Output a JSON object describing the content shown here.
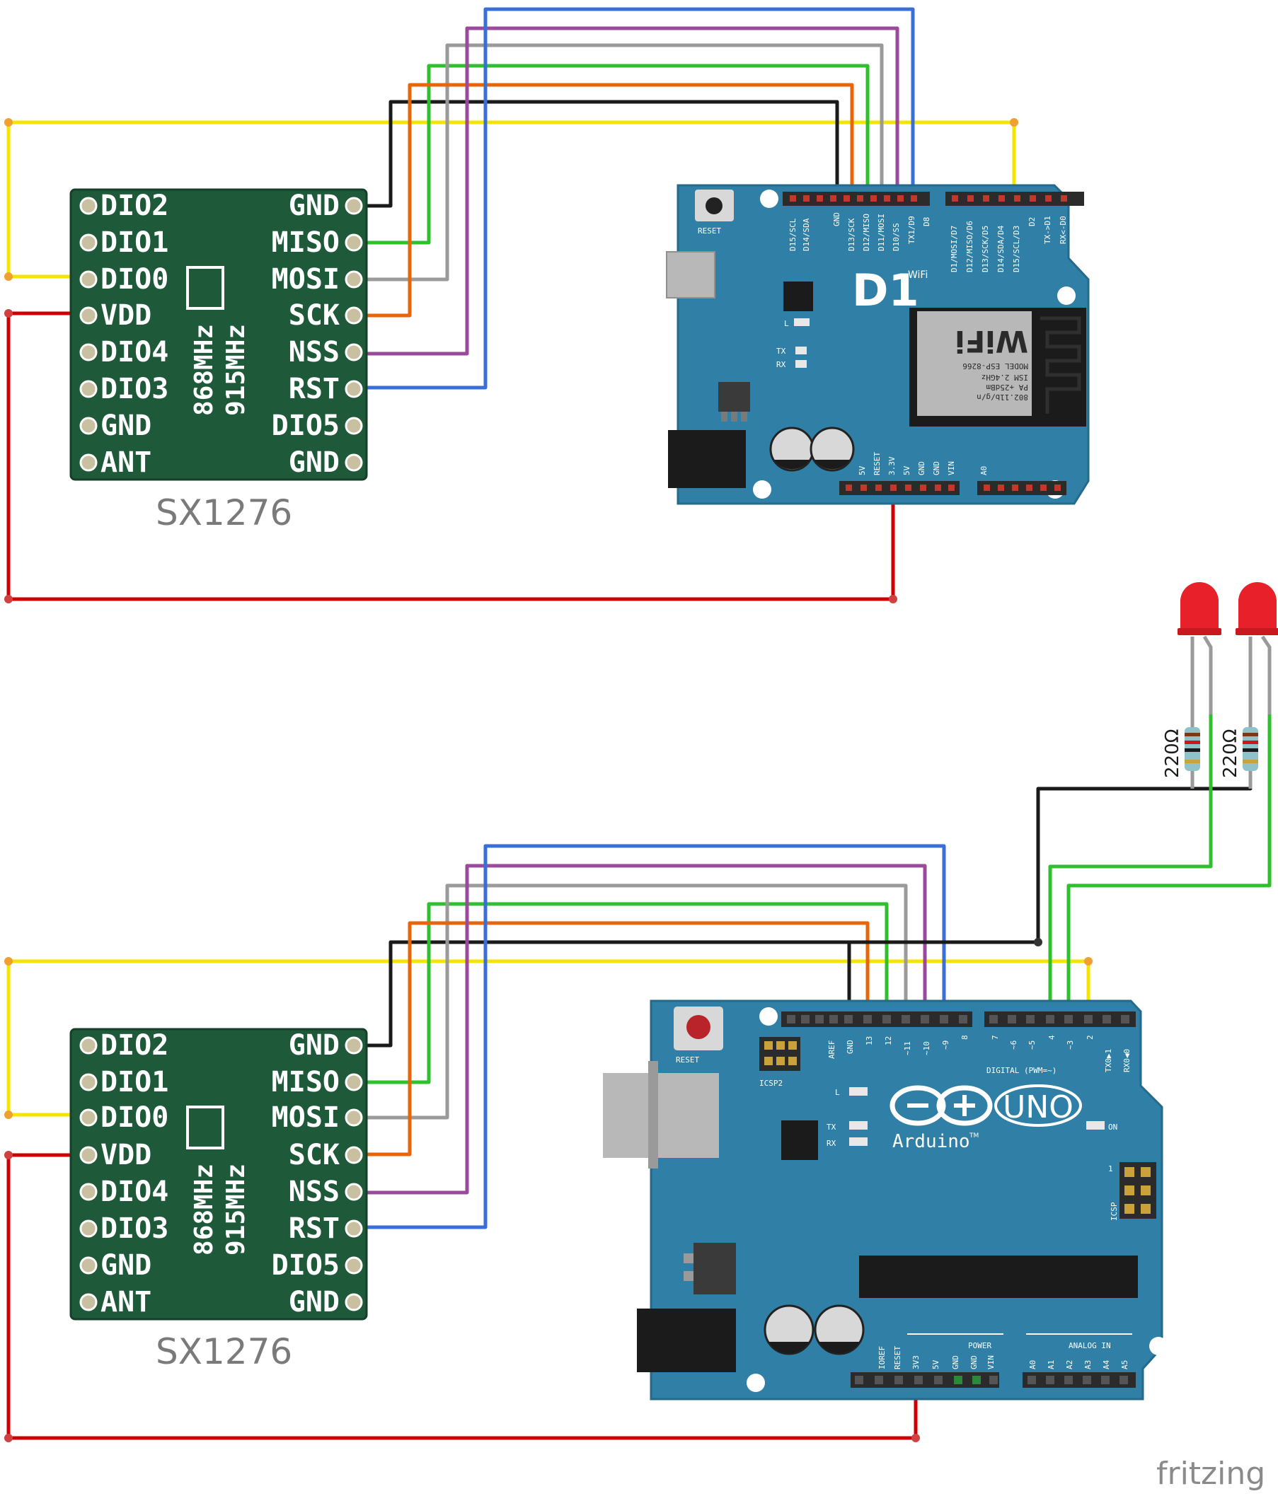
{
  "modules": [
    {
      "caption": "SX1276",
      "freq_a": "868MHz",
      "freq_b": "915MHz",
      "left_pins": [
        "DIO2",
        "DIO1",
        "DIO0",
        "VDD",
        "DIO4",
        "DIO3",
        "GND",
        "ANT"
      ],
      "right_pins": [
        "GND",
        "MISO",
        "MOSI",
        "SCK",
        "NSS",
        "RST",
        "DIO5",
        "GND"
      ]
    },
    {
      "caption": "SX1276",
      "freq_a": "868MHz",
      "freq_b": "915MHz",
      "left_pins": [
        "DIO2",
        "DIO1",
        "DIO0",
        "VDD",
        "DIO4",
        "DIO3",
        "GND",
        "ANT"
      ],
      "right_pins": [
        "GND",
        "MISO",
        "MOSI",
        "SCK",
        "NSS",
        "RST",
        "DIO5",
        "GND"
      ]
    }
  ],
  "d1": {
    "logo": "D1",
    "wifi_small": "WiFi",
    "reset": "RESET",
    "l_led": "L",
    "tx": "TX",
    "rx": "RX",
    "top_left_pins": [
      "D15/SCL",
      "D14/SDA",
      "",
      "GND",
      "D13/SCK",
      "D12/MISO",
      "D11/MOSI",
      "D10/SS",
      "TX1/D9",
      "D8"
    ],
    "top_right_pins": [
      "D1/MOSI/D7",
      "D12/MISO/D6",
      "D13/SCK/D5",
      "D14/SDA/D4",
      "D15/SCL/D3",
      "D2",
      "TX->D1",
      "RX<-D0"
    ],
    "bottom_pins": [
      "5V",
      "RESET",
      "3.3V",
      "5V",
      "GND",
      "GND",
      "VIN"
    ],
    "analog": "A0",
    "esp": {
      "model": "MODEL ESP-8266",
      "ism": "ISM 2.4GHz",
      "pa": "PA +25dBm",
      "std": "802.11b/g/n",
      "wifi": "WiFi"
    }
  },
  "uno": {
    "reset": "RESET",
    "icsp2": "ICSP2",
    "icsp": "ICSP",
    "icsp_one": "1",
    "l_led": "L",
    "tx": "TX",
    "rx": "RX",
    "on": "ON",
    "logo_text": "UNO",
    "brand": "Arduino",
    "tm": "TM",
    "digital_label": "DIGITAL (PWM=~)",
    "top_left_pins": [
      "AREF",
      "GND",
      "13",
      "12",
      "~11",
      "~10",
      "~9",
      "8"
    ],
    "top_right_pins": [
      "7",
      "~6",
      "~5",
      "4",
      "~3",
      "2",
      "TX0▶1",
      "RX0◀0"
    ],
    "power_label": "POWER",
    "power_pins": [
      "IOREF",
      "RESET",
      "3V3",
      "5V",
      "GND",
      "GND",
      "VIN"
    ],
    "analog_label": "ANALOG IN",
    "analog_pins": [
      "A0",
      "A1",
      "A2",
      "A3",
      "A4",
      "A5"
    ]
  },
  "resistors": [
    {
      "label": "220Ω"
    },
    {
      "label": "220Ω"
    }
  ],
  "watermark": "fritzing",
  "colors": {
    "yellow": "#f5e400",
    "red": "#cc0000",
    "black": "#1a1a1a",
    "green": "#2fbf2f",
    "gray": "#9a9a9a",
    "orange": "#e8650a",
    "purple": "#9b4a9b",
    "blue": "#3a6fd8",
    "led": "#e8202a"
  }
}
